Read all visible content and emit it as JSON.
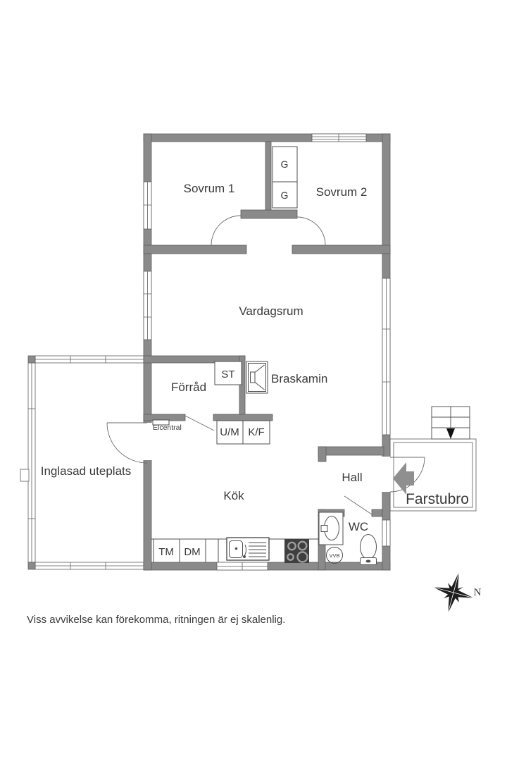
{
  "floorplan": {
    "colors": {
      "background": "#ffffff",
      "wall": "#8a8a8a",
      "wall_edge": "#5e5e5e",
      "line": "#4f4f4f",
      "text": "#3a3a3a",
      "stove": "#3f3f3f",
      "arrow": "#8f8f8f",
      "compass": "#1d1d1d"
    },
    "rooms": {
      "sovrum1": "Sovrum 1",
      "sovrum2": "Sovrum 2",
      "vardagsrum": "Vardagsrum",
      "forrad": "Förråd",
      "inglasad_uteplats": "Inglasad uteplats",
      "kok": "Kök",
      "hall": "Hall",
      "wc": "WC",
      "farstubro": "Farstubro"
    },
    "fixtures": {
      "garderob_1": "G",
      "garderob_2": "G",
      "stad": "ST",
      "braskamin": "Braskamin",
      "elcentral": "Elcentral",
      "um": "U/M",
      "kf": "K/F",
      "tm": "TM",
      "dm": "DM",
      "vvb": "VVB"
    },
    "compass": {
      "north": "N"
    },
    "disclaimer": "Viss avvikelse kan förekomma, ritningen är ej skalenlig."
  }
}
